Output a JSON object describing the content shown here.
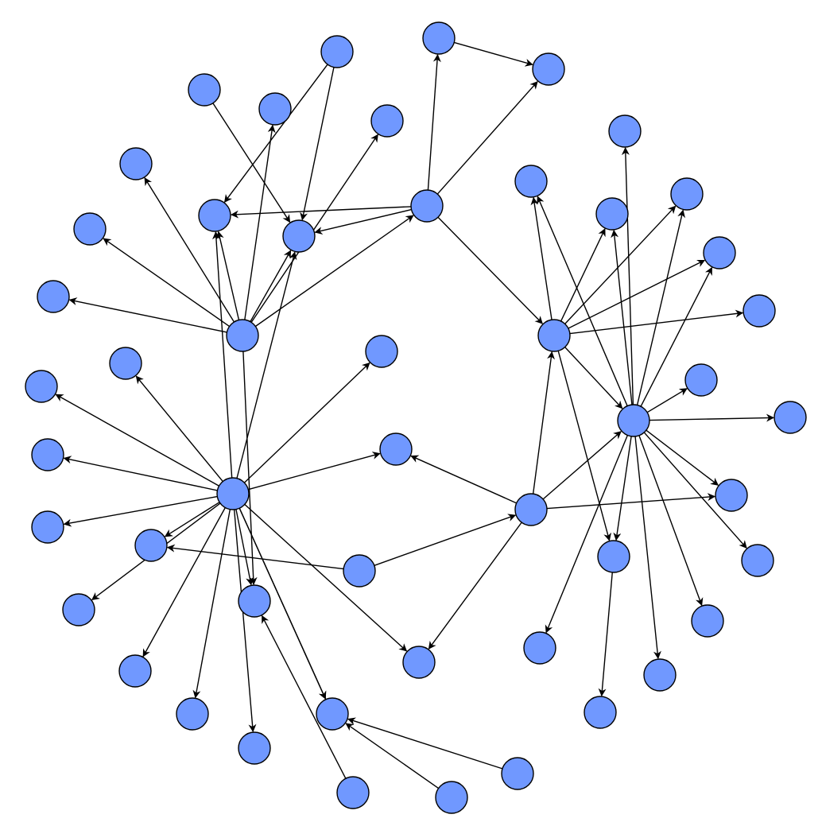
{
  "graph": {
    "node_color": "#7098ff",
    "edge_color": "#000000",
    "directed": true,
    "nodes": [
      "n0",
      "n1",
      "n2",
      "n3",
      "n4",
      "n5",
      "n6",
      "n7",
      "n8",
      "n9",
      "n10",
      "n11",
      "n12",
      "n13",
      "n14",
      "n15",
      "n16",
      "n17",
      "n18",
      "n19",
      "n20",
      "n21",
      "n22",
      "n23",
      "n24",
      "n25",
      "n26",
      "n27",
      "n28",
      "n29",
      "n30",
      "n31",
      "n32",
      "n33",
      "n34",
      "n35",
      "n36",
      "n37",
      "n38",
      "n39",
      "n40",
      "n41",
      "n42",
      "n43",
      "n44",
      "n45",
      "n46",
      "n47",
      "n48",
      "n49",
      "n50",
      "n51",
      "n52",
      "n53",
      "n54",
      "n55",
      "n56",
      "n57",
      "n58",
      "n59",
      "n60",
      "n61"
    ],
    "edges": [
      [
        "n0",
        "n7"
      ],
      [
        "n0",
        "n8"
      ],
      [
        "n0",
        "n9"
      ],
      [
        "n0",
        "n10"
      ],
      [
        "n0",
        "n11"
      ],
      [
        "n0",
        "n12"
      ],
      [
        "n0",
        "n13"
      ],
      [
        "n0",
        "n14"
      ],
      [
        "n0",
        "n15"
      ],
      [
        "n0",
        "n16"
      ],
      [
        "n0",
        "n17"
      ],
      [
        "n0",
        "n18"
      ],
      [
        "n0",
        "n19"
      ],
      [
        "n0",
        "n20"
      ],
      [
        "n0",
        "n1"
      ],
      [
        "n0",
        "n21"
      ],
      [
        "n0",
        "n22"
      ],
      [
        "n0",
        "n23"
      ],
      [
        "n1",
        "n24"
      ],
      [
        "n1",
        "n25"
      ],
      [
        "n1",
        "n26"
      ],
      [
        "n1",
        "n27"
      ],
      [
        "n1",
        "n28"
      ],
      [
        "n1",
        "n29"
      ],
      [
        "n1",
        "n30"
      ],
      [
        "n1",
        "n31"
      ],
      [
        "n1",
        "n32"
      ],
      [
        "n1",
        "n33"
      ],
      [
        "n2",
        "n34"
      ],
      [
        "n2",
        "n35"
      ],
      [
        "n2",
        "n26"
      ],
      [
        "n2",
        "n27"
      ],
      [
        "n2",
        "n3"
      ],
      [
        "n36",
        "n35"
      ],
      [
        "n37",
        "n27"
      ],
      [
        "n38",
        "n26"
      ],
      [
        "n38",
        "n27"
      ],
      [
        "n39",
        "n28"
      ],
      [
        "n3",
        "n40"
      ],
      [
        "n3",
        "n41"
      ],
      [
        "n3",
        "n42"
      ],
      [
        "n3",
        "n43"
      ],
      [
        "n3",
        "n44"
      ],
      [
        "n3",
        "n45"
      ],
      [
        "n3",
        "n46"
      ],
      [
        "n3",
        "n47"
      ],
      [
        "n3",
        "n4"
      ],
      [
        "n4",
        "n48"
      ],
      [
        "n4",
        "n49"
      ],
      [
        "n4",
        "n50"
      ],
      [
        "n4",
        "n51"
      ],
      [
        "n4",
        "n52"
      ],
      [
        "n4",
        "n53"
      ],
      [
        "n4",
        "n54"
      ],
      [
        "n4",
        "n55"
      ],
      [
        "n4",
        "n56"
      ],
      [
        "n4",
        "n57"
      ],
      [
        "n4",
        "n40"
      ],
      [
        "n4",
        "n41"
      ],
      [
        "n4",
        "n42"
      ],
      [
        "n4",
        "n43"
      ],
      [
        "n4",
        "n46"
      ],
      [
        "n5",
        "n3"
      ],
      [
        "n5",
        "n4"
      ],
      [
        "n5",
        "n21"
      ],
      [
        "n5",
        "n22"
      ],
      [
        "n5",
        "n58"
      ],
      [
        "n6",
        "n5"
      ],
      [
        "n6",
        "n16"
      ],
      [
        "n46",
        "n59"
      ],
      [
        "n60",
        "n20"
      ],
      [
        "n61",
        "n20"
      ],
      [
        "n62",
        "n20"
      ],
      [
        "n63",
        "n13"
      ]
    ]
  }
}
